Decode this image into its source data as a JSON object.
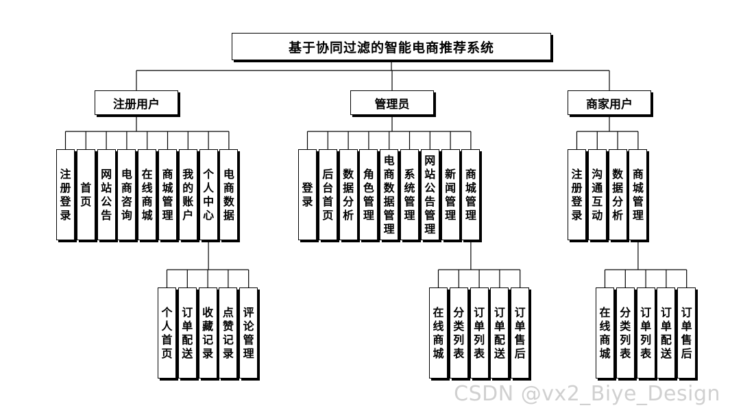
{
  "title": "基于协同过滤的智能电商推荐系统",
  "roles": [
    {
      "name": "注册用户",
      "modules": [
        "注册登录",
        "首页",
        "网站公告",
        "电商咨询",
        "在线商城",
        "商城管理",
        "我的账户",
        "个人中心",
        "电商数据"
      ],
      "expand_index": 7,
      "children": [
        "个人首页",
        "订单配送",
        "收藏记录",
        "点赞记录",
        "评论管理"
      ]
    },
    {
      "name": "管理员",
      "modules": [
        "登录",
        "后台首页",
        "数据分析",
        "角色管理",
        "电商数据管理",
        "系统管理",
        "网站公告管理",
        "新闻管理",
        "商城管理"
      ],
      "expand_index": 8,
      "children": [
        "在线商城",
        "分类列表",
        "订单列表",
        "订单配送",
        "订单售后"
      ]
    },
    {
      "name": "商家用户",
      "modules": [
        "注册登录",
        "沟通互动",
        "数据分析",
        "商城管理"
      ],
      "expand_index": 3,
      "children": [
        "在线商城",
        "分类列表",
        "订单列表",
        "订单配送",
        "订单售后"
      ]
    }
  ],
  "watermark": "CSDN @vx2_Biye_Design"
}
